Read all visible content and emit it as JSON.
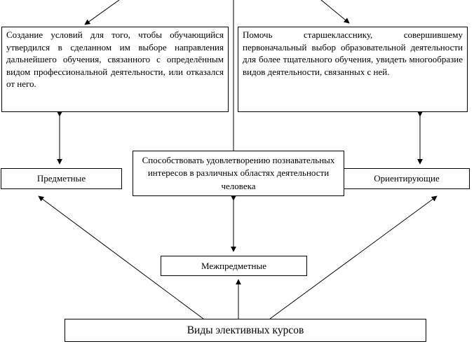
{
  "diagram": {
    "root": {
      "label": "Виды элективных курсов"
    },
    "course_types": {
      "subject": "Предметные",
      "interdisciplinary": "Межпредметные",
      "orienting": "Ориентирующие"
    },
    "goals": {
      "left": "Создание условий для того, чтобы обучающийся утвердился в сделанном им выборе направления дальнейшего обучения, связанного с определённым видом профессиональной деятельности, или отказался от него.",
      "right": "Помочь старшекласснику, совершившему первоначальный выбор образовательной деятельности для более тщательного обучения, увидеть многообразие видов деятельности, связанных с ней.",
      "center": "Способствовать удовлетворению познавательных интересов в различных областях деятельности человека"
    },
    "colors": {
      "line": "#000000",
      "box_border": "#000000",
      "background": "#ffffff"
    }
  }
}
